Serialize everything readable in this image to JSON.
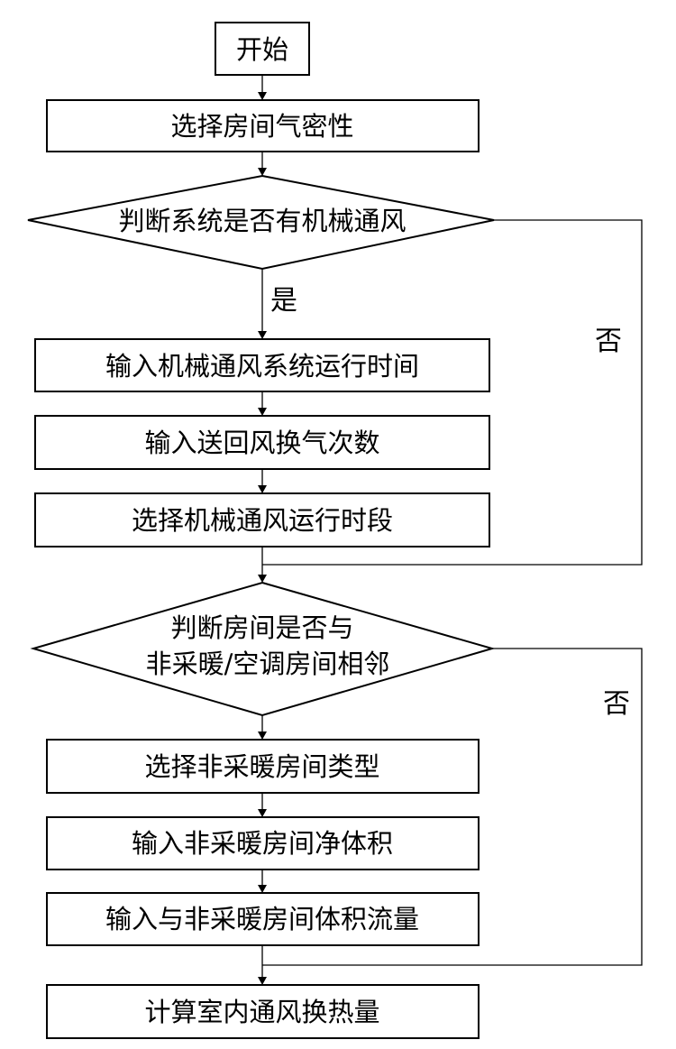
{
  "nodes": {
    "start": "开始",
    "select_airtightness": "选择房间气密性",
    "decision_mech_vent": "判断系统是否有机械通风",
    "input_run_time": "输入机械通风系统运行时间",
    "input_air_changes": "输入送回风换气次数",
    "select_run_period": "选择机械通风运行时段",
    "decision_adjacent_line1": "判断房间是否与",
    "decision_adjacent_line2": "非采暖/空调房间相邻",
    "select_unheated_type": "选择非采暖房间类型",
    "input_unheated_volume": "输入非采暖房间净体积",
    "input_volume_flow": "输入与非采暖房间体积流量",
    "calc_heat_exchange": "计算室内通风换热量"
  },
  "edge_labels": {
    "yes": "是",
    "no_1": "否",
    "no_2": "否"
  }
}
